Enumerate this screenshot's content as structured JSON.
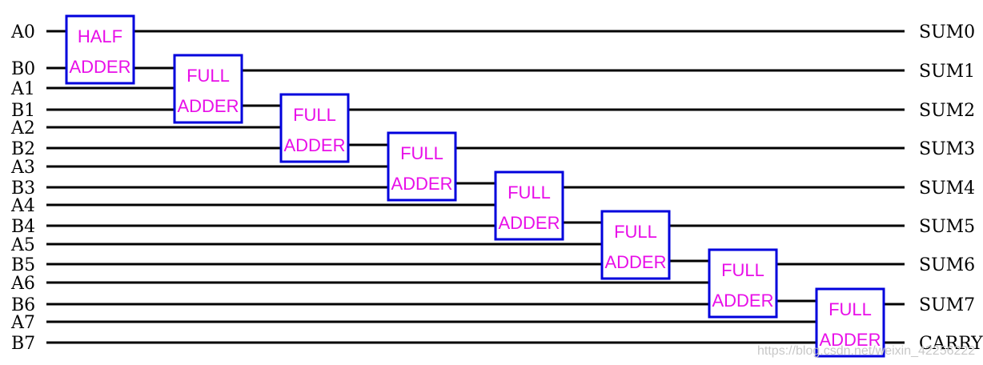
{
  "inputs": [
    "A0",
    "B0",
    "A1",
    "B1",
    "A2",
    "B2",
    "A3",
    "B3",
    "A4",
    "B4",
    "A5",
    "B5",
    "A6",
    "B6",
    "A7",
    "B7"
  ],
  "outputs": [
    "SUM0",
    "SUM1",
    "SUM2",
    "SUM3",
    "SUM4",
    "SUM5",
    "SUM6",
    "SUM7",
    "CARRY"
  ],
  "blocks": [
    {
      "line1": "HALF",
      "line2": "ADDER"
    },
    {
      "line1": "FULL",
      "line2": "ADDER"
    },
    {
      "line1": "FULL",
      "line2": "ADDER"
    },
    {
      "line1": "FULL",
      "line2": "ADDER"
    },
    {
      "line1": "FULL",
      "line2": "ADDER"
    },
    {
      "line1": "FULL",
      "line2": "ADDER"
    },
    {
      "line1": "FULL",
      "line2": "ADDER"
    },
    {
      "line1": "FULL",
      "line2": "ADDER"
    }
  ],
  "watermark": "https://blog.csdn.net/weixin_42256222",
  "colors": {
    "block_border": "#0000dd",
    "block_text": "#e80ee8",
    "wire": "#000000"
  }
}
